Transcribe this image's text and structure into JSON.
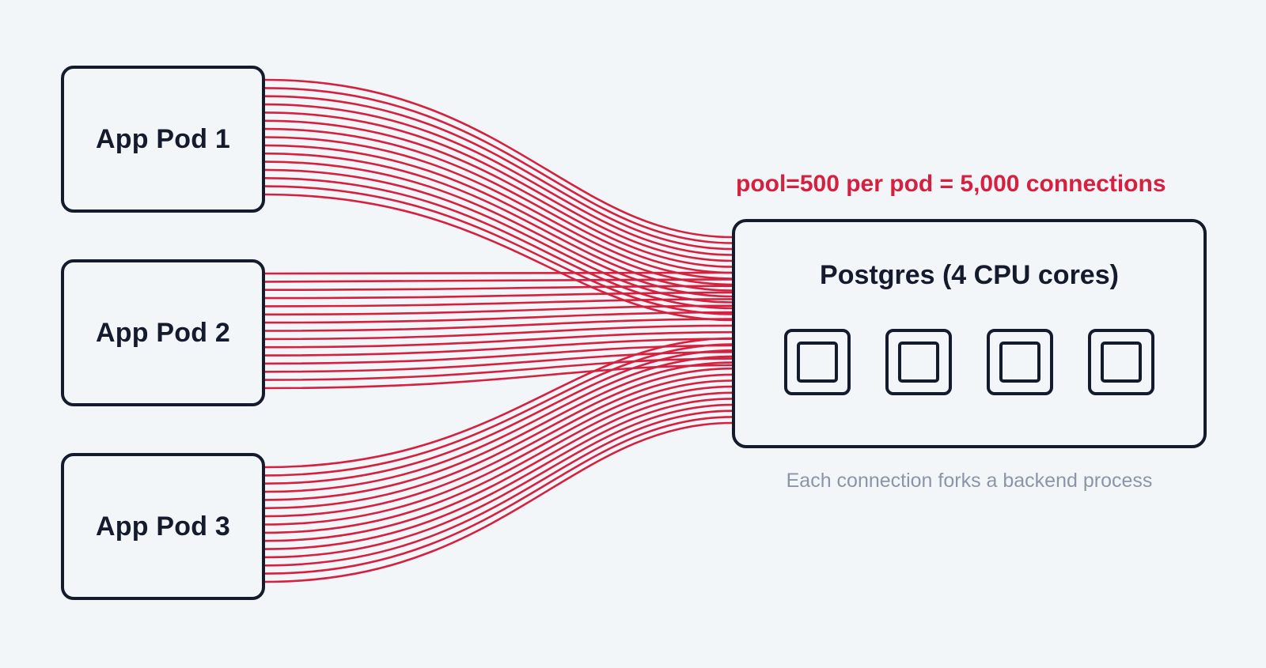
{
  "pods": [
    {
      "label": "App Pod 1"
    },
    {
      "label": "App Pod 2"
    },
    {
      "label": "App Pod 3"
    }
  ],
  "annotation": "pool=500 per pod = 5,000 connections",
  "database": {
    "title": "Postgres (4 CPU cores)",
    "core_count": 4,
    "caption": "Each connection forks a backend process"
  },
  "connections": {
    "lines_per_pod": 15,
    "color": "#d6203f"
  },
  "colors": {
    "background": "#f3f6f9",
    "outline": "#141b2d",
    "accent": "#d6203f",
    "caption": "#8a96a8"
  }
}
